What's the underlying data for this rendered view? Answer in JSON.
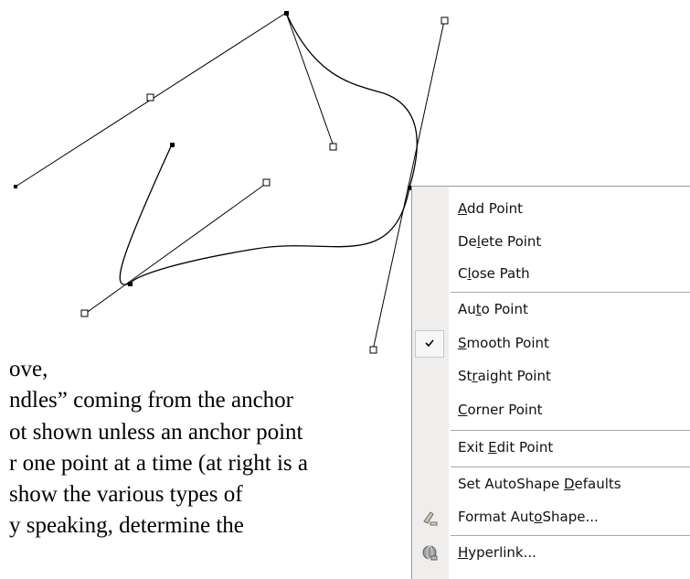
{
  "document": {
    "lines": [
      "ove,",
      "ndles” coming from the anchor",
      "ot shown unless an anchor point",
      "r one point at a time (at right is a",
      " show the various types of",
      "y speaking, determine the"
    ]
  },
  "context_menu": {
    "items": [
      {
        "pre": "",
        "key": "A",
        "post": "dd Point"
      },
      {
        "pre": "De",
        "key": "l",
        "post": "ete Point"
      },
      {
        "pre": "C",
        "key": "l",
        "post": "ose Path"
      },
      {
        "pre": "Au",
        "key": "t",
        "post": "o Point"
      },
      {
        "pre": "",
        "key": "S",
        "post": "mooth Point",
        "checked": true
      },
      {
        "pre": "St",
        "key": "r",
        "post": "aight Point"
      },
      {
        "pre": "",
        "key": "C",
        "post": "orner Point"
      },
      {
        "pre": "Exit ",
        "key": "E",
        "post": "dit Point"
      },
      {
        "pre": "Set AutoShape ",
        "key": "D",
        "post": "efaults"
      },
      {
        "pre": "Format Aut",
        "key": "o",
        "post": "Shape...",
        "icon": "format-autoshape-icon"
      },
      {
        "pre": "",
        "key": "H",
        "post": "yperlink...",
        "icon": "hyperlink-icon"
      }
    ]
  },
  "colors": {
    "gutter": "#efeeec",
    "menu_border": "#9a9a9a"
  }
}
